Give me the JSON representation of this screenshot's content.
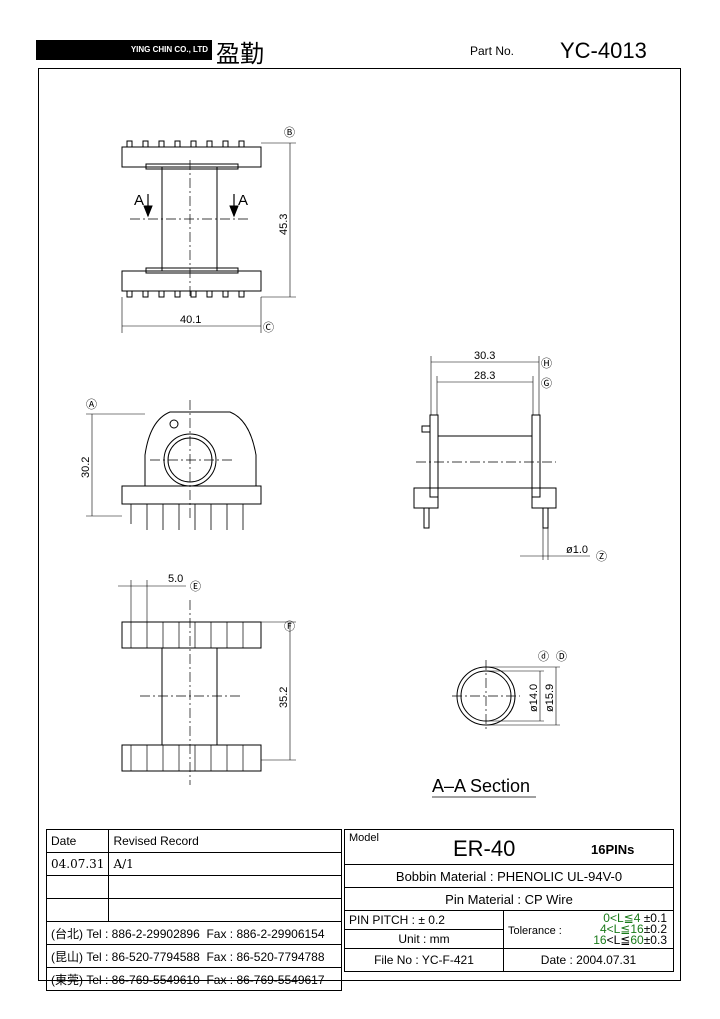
{
  "header": {
    "company_en": "YING CHIN CO., LTD",
    "company_cn": "盈勤",
    "part_no_label": "Part No.",
    "part_no": "YC-4013"
  },
  "dims": {
    "B": "Ⓑ",
    "C": "Ⓒ",
    "A": "Ⓐ",
    "E": "Ⓔ",
    "F": "Ⓕ",
    "H": "Ⓗ",
    "G": "Ⓖ",
    "Z": "Ⓩ",
    "d": "ⓓ",
    "D": "Ⓓ",
    "v453": "45.3",
    "v401": "40.1",
    "v302": "30.2",
    "v50": "5.0",
    "v352": "35.2",
    "v303": "30.3",
    "v283": "28.3",
    "v10": "ø1.0",
    "v140": "ø14.0",
    "v159": "ø15.9",
    "sec_a1": "A",
    "sec_a2": "A"
  },
  "section_label": "A–A Section",
  "revision": {
    "col_date": "Date",
    "col_record": "Revised Record",
    "rows": [
      {
        "date": "04.07.31",
        "record": "A/1"
      }
    ]
  },
  "contacts": [
    {
      "city": "(台北)",
      "tel": "Tel : 886-2-29902896",
      "fax": "Fax : 886-2-29906154"
    },
    {
      "city": "(昆山)",
      "tel": "Tel : 86-520-7794588",
      "fax": "Fax : 86-520-7794788"
    },
    {
      "city": "(東莞)",
      "tel": "Tel : 86-769-5549610",
      "fax": "Fax : 86-769-5549617"
    }
  ],
  "spec": {
    "model_label": "Model",
    "model": "ER-40",
    "pins": "16PINs",
    "bobbin_label": "Bobbin  Material :",
    "bobbin_value": "PHENOLIC UL-94V-0",
    "pin_label": "Pin  Material :",
    "pin_value": "CP  Wire",
    "pitch_label": "PIN  PITCH :",
    "pitch_value": "± 0.2",
    "unit_label": "Unit :",
    "unit_value": "mm",
    "file_label": "File  No :",
    "file_value": "YC-F-421",
    "tol_label": "Tolerance :",
    "tol1_a": "0<L≦",
    "tol1_b": "4",
    "tol1_c": "±0.1",
    "tol2_a": "4<L≦",
    "tol2_b": "16",
    "tol2_c": "±0.2",
    "tol3_a": "16",
    "tol3_b": "<L≦",
    "tol3_c": "60",
    "tol3_d": "±0.3",
    "date_label": "Date :",
    "date_value": "2004.07.31"
  }
}
